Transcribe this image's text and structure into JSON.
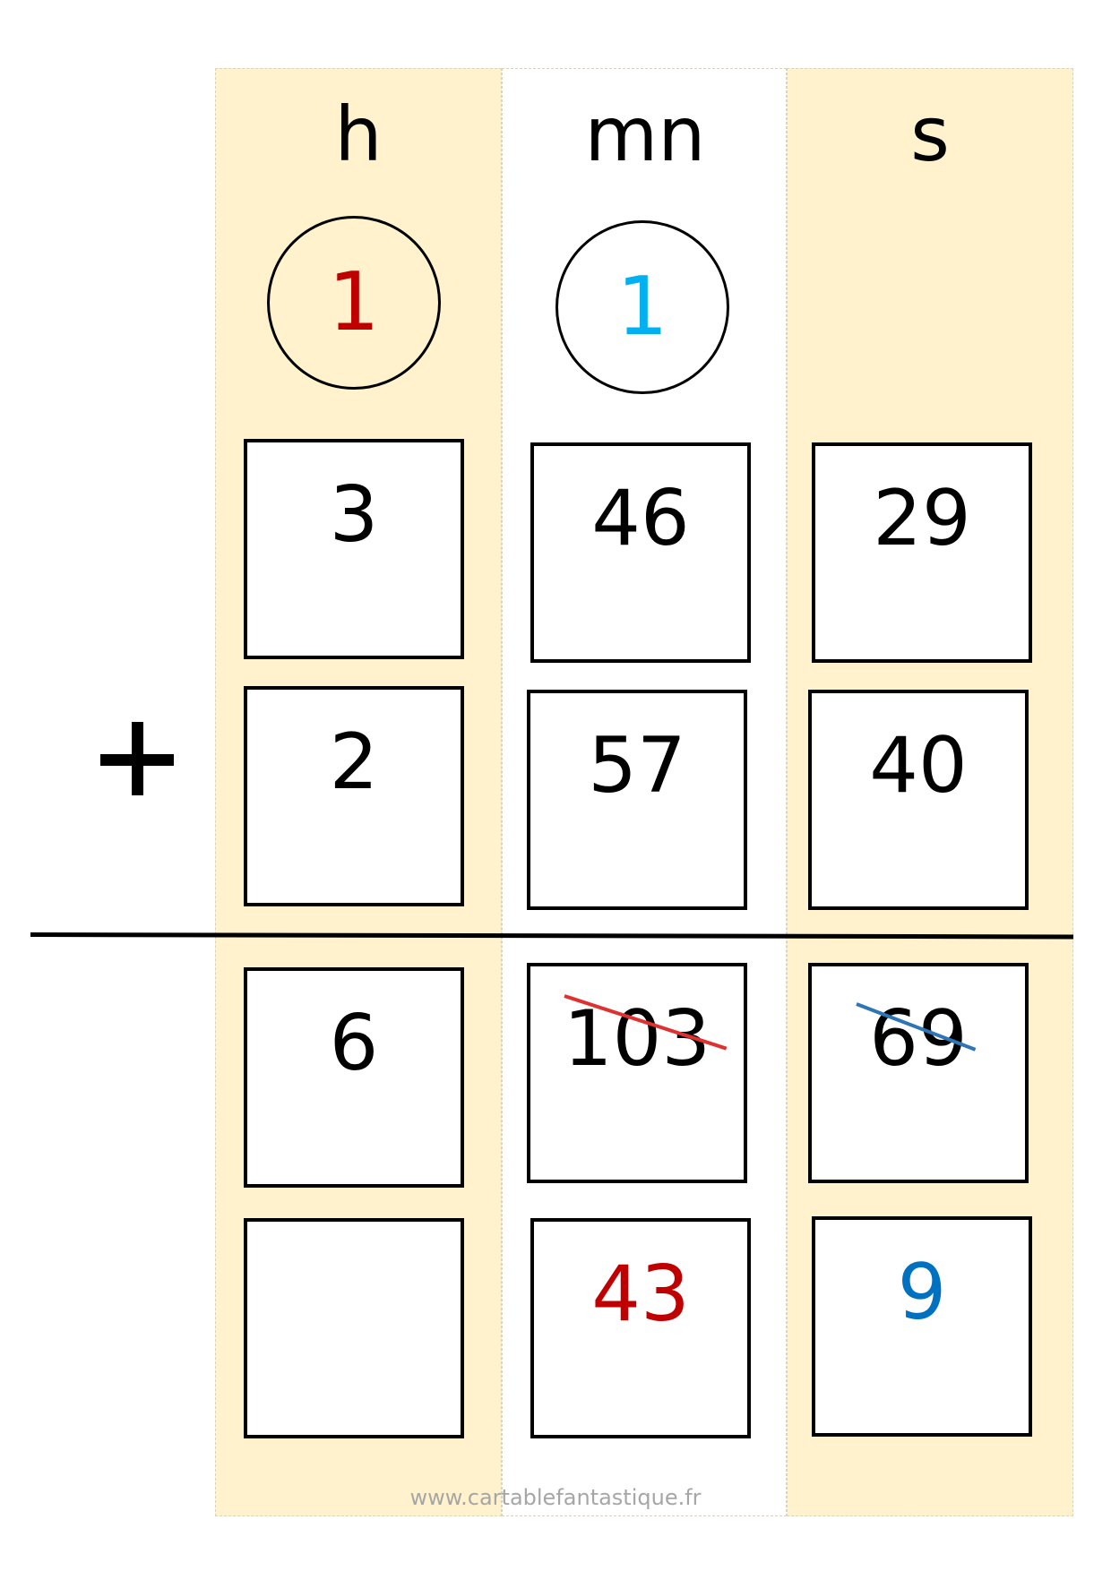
{
  "units": {
    "hours": "h",
    "minutes": "mn",
    "seconds": "s"
  },
  "carries": {
    "hours": {
      "value": "1",
      "color": "#c00000"
    },
    "minutes": {
      "value": "1",
      "color": "#00b0f0"
    }
  },
  "operator": "+",
  "addend1": {
    "h": "3",
    "mn": "46",
    "s": "29"
  },
  "addend2": {
    "h": "2",
    "mn": "57",
    "s": "40"
  },
  "raw_sum": {
    "h": "6",
    "mn": "103",
    "s": "69"
  },
  "strikes": {
    "minutes_color": "#e03030",
    "seconds_color": "#2e75b6"
  },
  "converted": {
    "h": "",
    "mn": {
      "value": "43",
      "color": "#c00000"
    },
    "s": {
      "value": "9",
      "color": "#0070c0"
    }
  },
  "footer": "www.cartablefantastique.fr"
}
